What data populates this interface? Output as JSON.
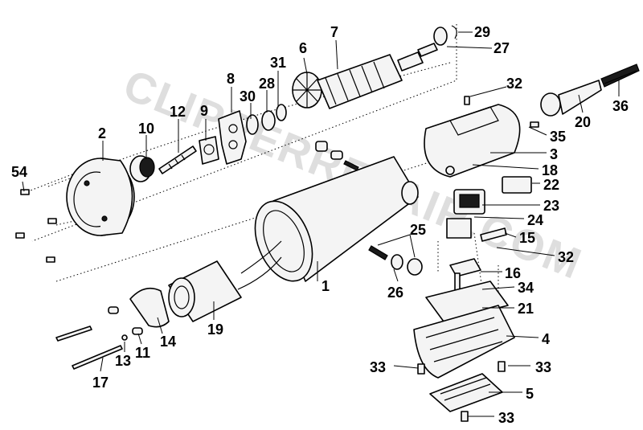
{
  "watermark": "CLIPPERREPAIR.COM",
  "labels": {
    "l1": "1",
    "l2": "2",
    "l3": "3",
    "l4": "4",
    "l5": "5",
    "l6": "6",
    "l7": "7",
    "l8": "8",
    "l9": "9",
    "l10": "10",
    "l11": "11",
    "l12": "12",
    "l13": "13",
    "l14": "14",
    "l15": "15",
    "l16": "16",
    "l17": "17",
    "l18": "18",
    "l19": "19",
    "l20": "20",
    "l21": "21",
    "l22": "22",
    "l23": "23",
    "l24": "24",
    "l25": "25",
    "l26": "26",
    "l27": "27",
    "l28": "28",
    "l29": "29",
    "l30": "30",
    "l31": "31",
    "l32a": "32",
    "l32b": "32",
    "l33a": "33",
    "l33b": "33",
    "l33c": "33",
    "l34": "34",
    "l35": "35",
    "l36": "36",
    "l54": "54"
  }
}
